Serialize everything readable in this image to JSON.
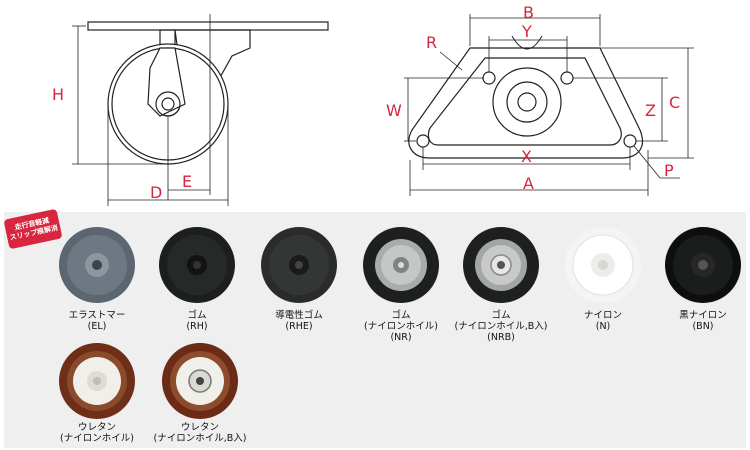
{
  "diagram": {
    "side_view_labels": {
      "H": "H",
      "D": "D",
      "E": "E"
    },
    "plate_view_labels": {
      "B": "B",
      "Y": "Y",
      "R": "R",
      "W": "W",
      "Z": "Z",
      "C": "C",
      "X": "X",
      "A": "A",
      "P": "P"
    },
    "colors": {
      "dimension": "#d7263d",
      "drawing": "#222222"
    }
  },
  "badge": {
    "line1": "走行音軽減",
    "line2": "スリップ痕解消"
  },
  "wheels": [
    {
      "name": "エラストマー",
      "code": "(EL)",
      "type": "elastomer"
    },
    {
      "name": "ゴム",
      "code": "(RH)",
      "type": "rubber"
    },
    {
      "name": "導電性ゴム",
      "code": "(RHE)",
      "type": "conductive-rubber"
    },
    {
      "name": "ゴム",
      "sub": "(ナイロンホイル)",
      "code": "(NR)",
      "type": "rubber-nylon"
    },
    {
      "name": "ゴム",
      "sub": "(ナイロンホイル,B入)",
      "code": "(NRB)",
      "type": "rubber-nylon-bearing"
    },
    {
      "name": "ナイロン",
      "code": "(N)",
      "type": "nylon"
    },
    {
      "name": "黒ナイロン",
      "code": "(BN)",
      "type": "black-nylon"
    },
    {
      "name": "ウレタン",
      "code": "(ナイロンホイル)",
      "type": "urethane-nylon"
    },
    {
      "name": "ウレタン",
      "code": "(ナイロンホイル,B入)",
      "type": "urethane-nylon-bearing"
    }
  ]
}
